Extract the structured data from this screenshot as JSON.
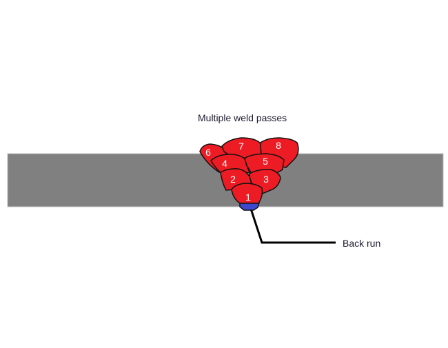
{
  "diagram": {
    "title": "Multiple weld passes",
    "leader_label": "Back run",
    "colors": {
      "plate": "#808080",
      "plate_edge": "#bdbdbd",
      "weld_bead": "#ed1c24",
      "back_run": "#3f48cc",
      "outline": "#111111",
      "leader": "#000000",
      "bead_number": "#ffffff"
    },
    "passes": [
      {
        "number": "1"
      },
      {
        "number": "2"
      },
      {
        "number": "3"
      },
      {
        "number": "4"
      },
      {
        "number": "5"
      },
      {
        "number": "6"
      },
      {
        "number": "7"
      },
      {
        "number": "8"
      }
    ]
  }
}
